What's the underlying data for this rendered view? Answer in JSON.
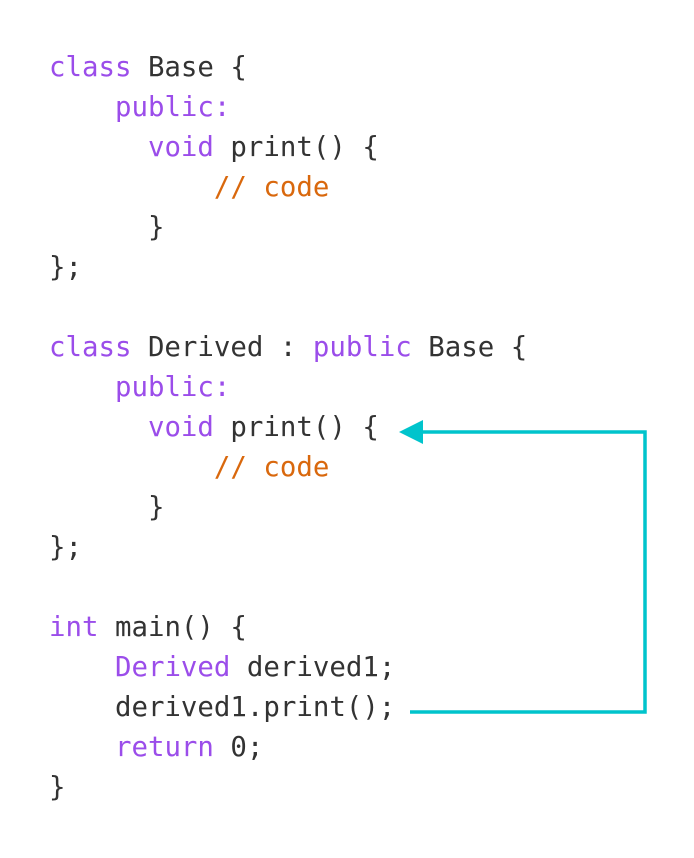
{
  "colors": {
    "keyword": "#9b4dea",
    "comment": "#d9680d",
    "text": "#333333",
    "arrow": "#00c4cc"
  },
  "code": {
    "lines": [
      [
        {
          "t": "kw",
          "v": "class"
        },
        {
          "t": "tx",
          "v": " Base {"
        }
      ],
      [
        {
          "t": "tx",
          "v": "    "
        },
        {
          "t": "kw",
          "v": "public:"
        }
      ],
      [
        {
          "t": "tx",
          "v": "      "
        },
        {
          "t": "kw",
          "v": "void"
        },
        {
          "t": "tx",
          "v": " print() {"
        }
      ],
      [
        {
          "t": "tx",
          "v": "          "
        },
        {
          "t": "cm",
          "v": "// code"
        }
      ],
      [
        {
          "t": "tx",
          "v": "      }"
        }
      ],
      [
        {
          "t": "tx",
          "v": "};"
        }
      ],
      [],
      [
        {
          "t": "kw",
          "v": "class"
        },
        {
          "t": "tx",
          "v": " Derived : "
        },
        {
          "t": "kw",
          "v": "public"
        },
        {
          "t": "tx",
          "v": " Base {"
        }
      ],
      [
        {
          "t": "tx",
          "v": "    "
        },
        {
          "t": "kw",
          "v": "public:"
        }
      ],
      [
        {
          "t": "tx",
          "v": "      "
        },
        {
          "t": "kw",
          "v": "void"
        },
        {
          "t": "tx",
          "v": " print() {"
        }
      ],
      [
        {
          "t": "tx",
          "v": "          "
        },
        {
          "t": "cm",
          "v": "// code"
        }
      ],
      [
        {
          "t": "tx",
          "v": "      }"
        }
      ],
      [
        {
          "t": "tx",
          "v": "};"
        }
      ],
      [],
      [
        {
          "t": "kw",
          "v": "int"
        },
        {
          "t": "tx",
          "v": " main() {"
        }
      ],
      [
        {
          "t": "tx",
          "v": "    "
        },
        {
          "t": "kw",
          "v": "Derived"
        },
        {
          "t": "tx",
          "v": " derived1;"
        }
      ],
      [
        {
          "t": "tx",
          "v": "    derived1.print();"
        }
      ],
      [
        {
          "t": "tx",
          "v": "    "
        },
        {
          "t": "kw",
          "v": "return"
        },
        {
          "t": "tx",
          "v": " 0;"
        }
      ],
      [
        {
          "t": "tx",
          "v": "}"
        }
      ]
    ]
  },
  "arrow": {
    "description": "derived1.print() call resolves to Derived::print()",
    "from_line": "derived1.print();",
    "to_line": "void print() { (in Derived)"
  }
}
